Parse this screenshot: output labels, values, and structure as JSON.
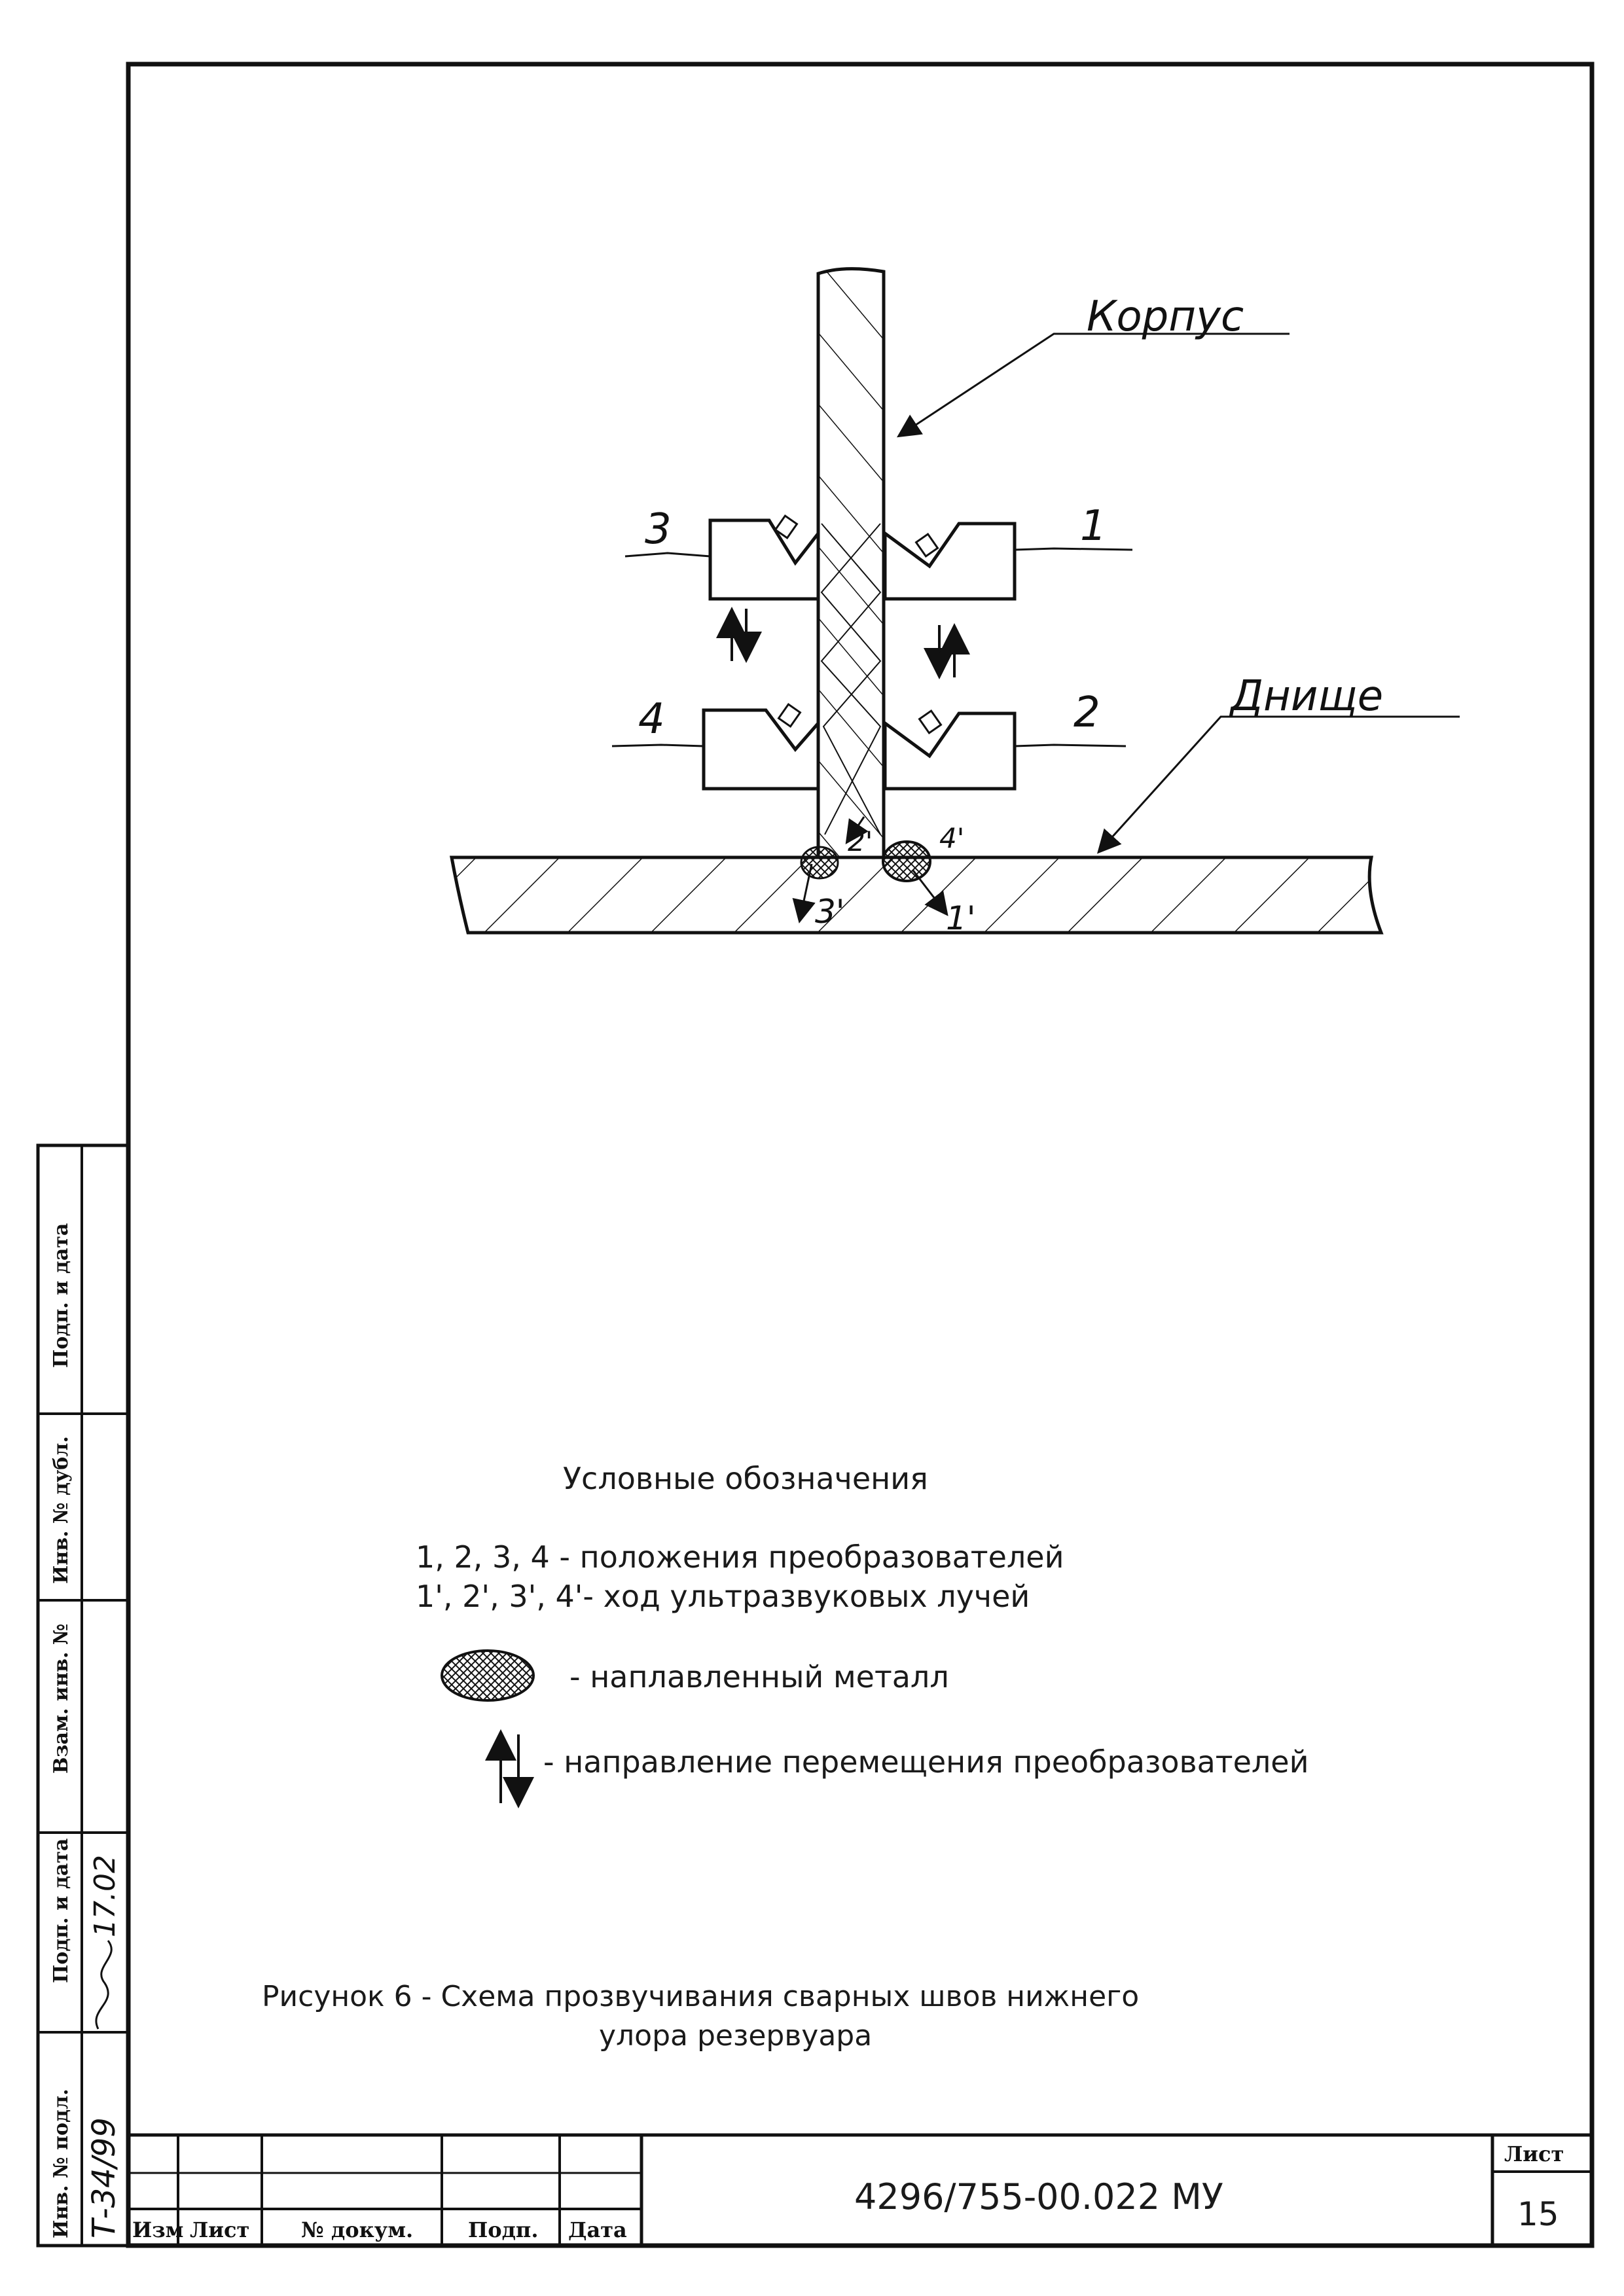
{
  "drawing": {
    "label_body": "Корпус",
    "label_bottom": "Днище",
    "positions": [
      "1",
      "2",
      "3",
      "4"
    ],
    "beam_labels": [
      "1'",
      "2'",
      "3'",
      "4'"
    ]
  },
  "legend": {
    "title": "Условные обозначения",
    "line_positions": "1, 2, 3, 4 - положения преобразователей",
    "line_beams": "1', 2', 3', 4'- ход ультразвуковых лучей",
    "weld_metal": "- наплавленный металл",
    "movement": "- направление перемещения преобразователей"
  },
  "caption": {
    "line1": "Рисунок 6 - Схема прозвучивания сварных швов нижнего",
    "line2": "улора резервуара"
  },
  "side_stamp": {
    "podp_i_data_top": "Подп. и дата",
    "inv_dubl": "Инв. № дубл.",
    "vzam_inv": "Взам. инв. №",
    "podp_i_data": "Подп. и дата",
    "inv_podl": "Инв. № подл.",
    "inv_value": "Т-34/99",
    "date_value": "17.02"
  },
  "title_block": {
    "col_izm": "Изм",
    "col_list": "Лист",
    "col_doc": "№ докум.",
    "col_podp": "Подп.",
    "col_data": "Дата",
    "designation": "4296/755-00.022 МУ",
    "sheet_label": "Лист",
    "sheet_number": "15"
  }
}
